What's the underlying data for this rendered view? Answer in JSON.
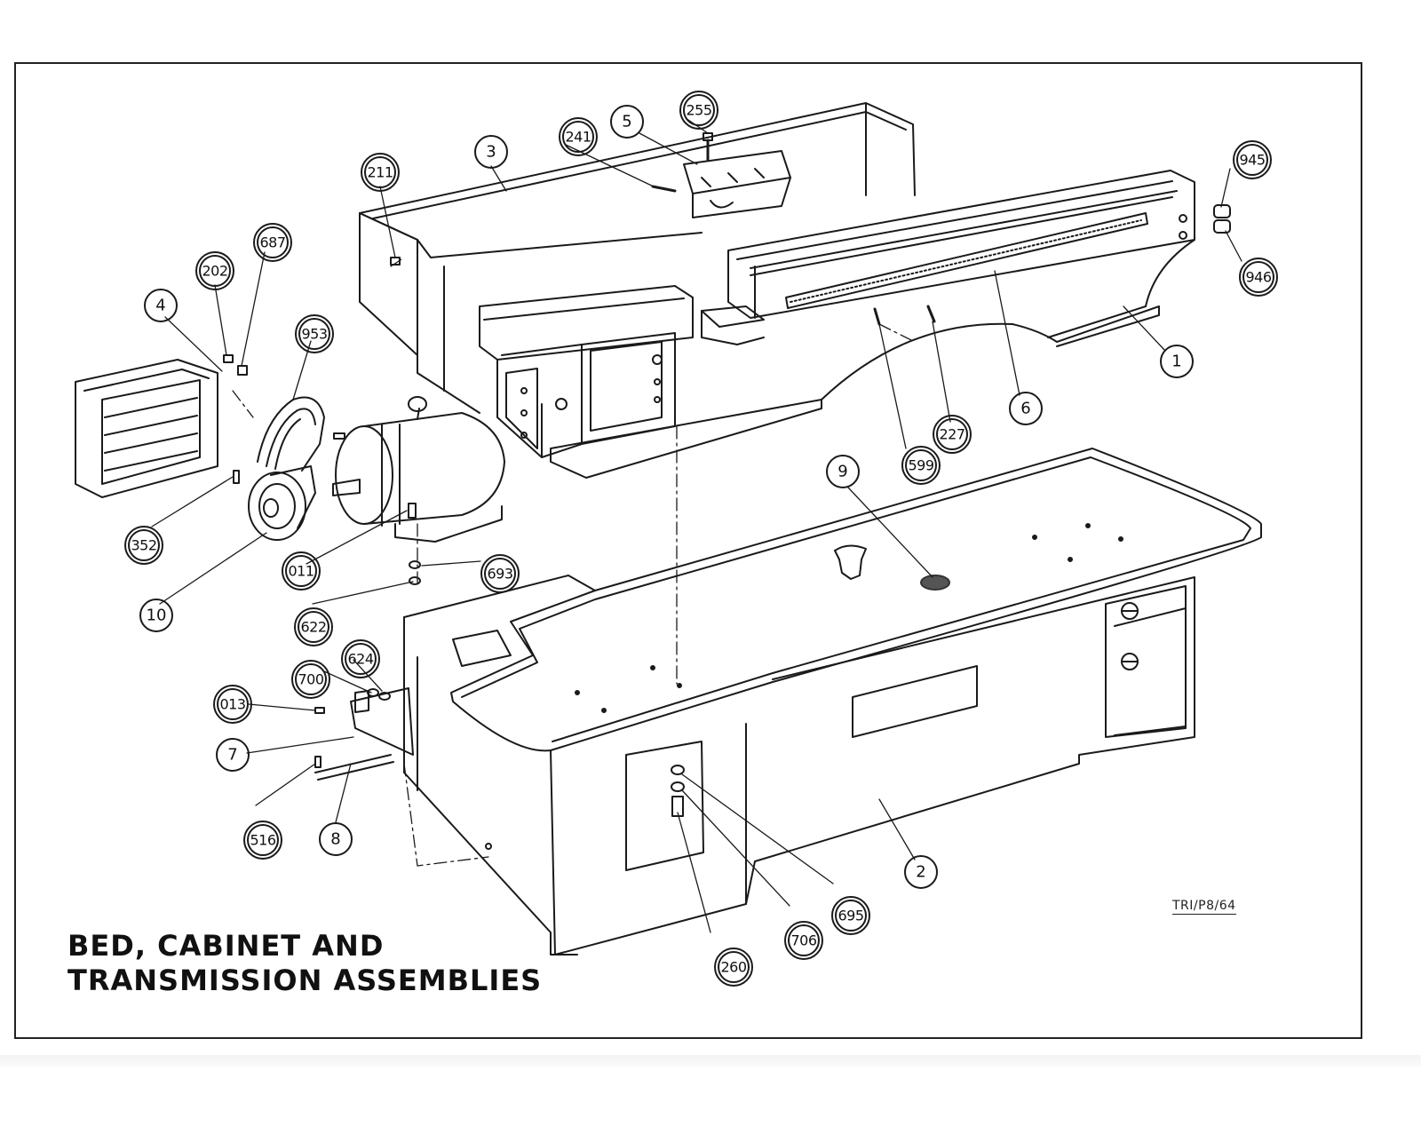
{
  "title": {
    "line1": "BED, CABINET AND",
    "line2": "TRANSMISSION ASSEMBLIES"
  },
  "drawing_ref": "TRI/P8/64",
  "callouts": [
    {
      "id": "1",
      "style": "plain"
    },
    {
      "id": "2",
      "style": "plain"
    },
    {
      "id": "3",
      "style": "plain"
    },
    {
      "id": "4",
      "style": "plain"
    },
    {
      "id": "5",
      "style": "plain"
    },
    {
      "id": "6",
      "style": "plain"
    },
    {
      "id": "7",
      "style": "plain"
    },
    {
      "id": "8",
      "style": "plain"
    },
    {
      "id": "9",
      "style": "plain"
    },
    {
      "id": "10",
      "style": "plain"
    },
    {
      "id": "011",
      "style": "double"
    },
    {
      "id": "013",
      "style": "double"
    },
    {
      "id": "202",
      "style": "double"
    },
    {
      "id": "211",
      "style": "double"
    },
    {
      "id": "227",
      "style": "double"
    },
    {
      "id": "241",
      "style": "double"
    },
    {
      "id": "255",
      "style": "double"
    },
    {
      "id": "260",
      "style": "double"
    },
    {
      "id": "352",
      "style": "double"
    },
    {
      "id": "516",
      "style": "double"
    },
    {
      "id": "599",
      "style": "double"
    },
    {
      "id": "622",
      "style": "double"
    },
    {
      "id": "624",
      "style": "double"
    },
    {
      "id": "687",
      "style": "double"
    },
    {
      "id": "693",
      "style": "double"
    },
    {
      "id": "695",
      "style": "double"
    },
    {
      "id": "700",
      "style": "double"
    },
    {
      "id": "706",
      "style": "double"
    },
    {
      "id": "945",
      "style": "double"
    },
    {
      "id": "946",
      "style": "double"
    },
    {
      "id": "953",
      "style": "double"
    }
  ]
}
